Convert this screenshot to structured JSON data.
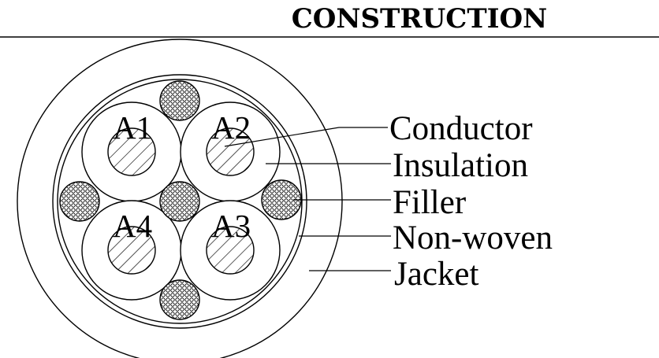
{
  "title": "CONSTRUCTION",
  "cores": [
    {
      "label": "A1"
    },
    {
      "label": "A2"
    },
    {
      "label": "A3"
    },
    {
      "label": "A4"
    }
  ],
  "callouts": [
    {
      "label": "Conductor"
    },
    {
      "label": "Insulation"
    },
    {
      "label": "Filler"
    },
    {
      "label": "Non-woven"
    },
    {
      "label": "Jacket"
    }
  ]
}
